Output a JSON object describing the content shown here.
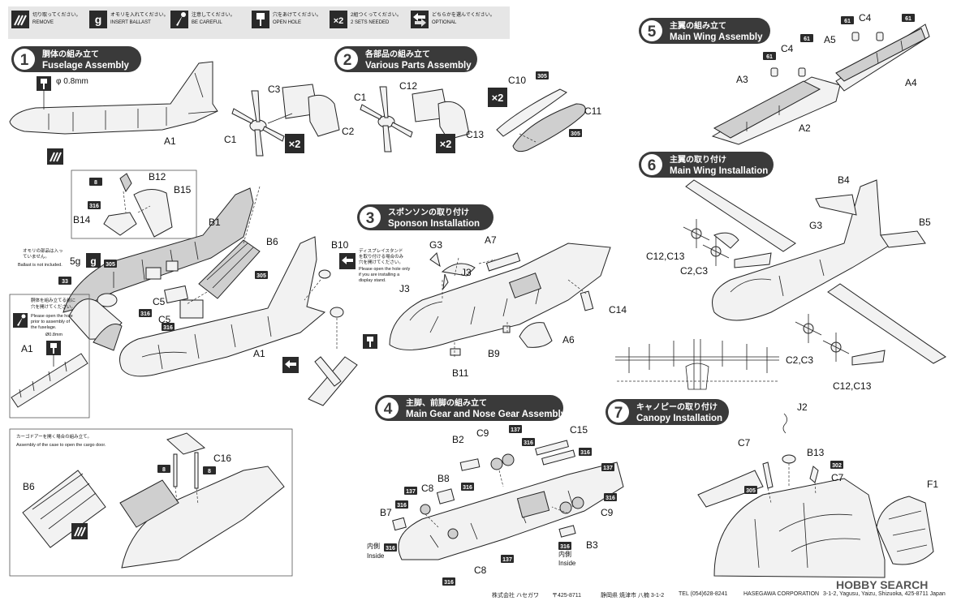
{
  "legend": [
    {
      "jp": "切り取ってください。",
      "en": "REMOVE",
      "icon": "cut-icon"
    },
    {
      "jp": "オモリを入れてください。",
      "en": "INSERT BALLAST",
      "icon": "ballast-icon",
      "glyph": "g"
    },
    {
      "jp": "注意してください。",
      "en": "BE CAREFUL",
      "icon": "caution-icon"
    },
    {
      "jp": "穴をあけてください。",
      "en": "OPEN HOLE",
      "icon": "drill-icon"
    },
    {
      "jp": "2組つくってください。",
      "en": "2 SETS NEEDED",
      "icon": "x2-icon",
      "glyph": "×2"
    },
    {
      "jp": "どちらかを選んでください。",
      "en": "OPTIONAL",
      "icon": "optional-icon"
    }
  ],
  "steps": [
    {
      "num": "1",
      "jp": "胴体の組み立て",
      "en": "Fuselage Assembly"
    },
    {
      "num": "2",
      "jp": "各部品の組み立て",
      "en": "Various Parts Assembly"
    },
    {
      "num": "3",
      "jp": "スポンソンの取り付け",
      "en": "Sponson Installation"
    },
    {
      "num": "4",
      "jp": "主脚、前脚の組み立て",
      "en": "Main Gear and Nose Gear Assembly"
    },
    {
      "num": "5",
      "jp": "主翼の組み立て",
      "en": "Main Wing Assembly"
    },
    {
      "num": "6",
      "jp": "主翼の取り付け",
      "en": "Main Wing Installation"
    },
    {
      "num": "7",
      "jp": "キャノピーの取り付け",
      "en": "Canopy Installation"
    }
  ],
  "x2": "×2",
  "ballast_g": "g",
  "notes": {
    "drill_size": "φ 0.8mm",
    "drill_size_small": "Ø0.8mm",
    "ballast_weight": "5g",
    "ballast_jp_1": "オモリの部品は入っ",
    "ballast_jp_2": "ていません。",
    "ballast_en": "Ballast is not included.",
    "hole_jp_1": "胴体を組み立てる前に",
    "hole_jp_2": "穴を開けてください。",
    "hole_en_1": "Please open the hole",
    "hole_en_2": "prior to assembly of",
    "hole_en_3": "the fuselage.",
    "stand_jp_1": "ディスプレイスタンド",
    "stand_jp_2": "を取り付ける場合のみ",
    "stand_jp_3": "穴を開けてください。",
    "stand_en_1": "Please open the hole only",
    "stand_en_2": "if you are installing a",
    "stand_en_3": "display stand.",
    "cargo_jp": "カーゴドアーを開く場合の組み立て。",
    "cargo_en": "Assembly of the case to open the cargo door.",
    "inside_jp": "内側",
    "inside_en": "Inside"
  },
  "labels": {
    "A1": "A1",
    "A2": "A2",
    "A3": "A3",
    "A4": "A4",
    "A5": "A5",
    "A6": "A6",
    "A7": "A7",
    "B1": "B1",
    "B2": "B2",
    "B3": "B3",
    "B4": "B4",
    "B5": "B5",
    "B6": "B6",
    "B7": "B7",
    "B8": "B8",
    "B9": "B9",
    "B10": "B10",
    "B11": "B11",
    "B12": "B12",
    "B13": "B13",
    "B14": "B14",
    "B15": "B15",
    "C1": "C1",
    "C2": "C2",
    "C3": "C3",
    "C4": "C4",
    "C5": "C5",
    "C7": "C7",
    "C8": "C8",
    "C9": "C9",
    "C10": "C10",
    "C11": "C11",
    "C12": "C12",
    "C13": "C13",
    "C14": "C14",
    "C15": "C15",
    "C16": "C16",
    "C12C13": "C12,C13",
    "C2C3": "C2,C3",
    "F1": "F1",
    "G3": "G3",
    "J2": "J2",
    "J3": "J3"
  },
  "badges": {
    "b8": "8",
    "b33": "33",
    "b61": "61",
    "b137": "137",
    "b302": "302",
    "b305": "305",
    "b316": "316"
  },
  "footer": {
    "company_jp": "株式会社 ハセガワ",
    "postal_jp": "〒425-8711",
    "address_jp": "静岡県 焼津市 八楠 3-1-2",
    "tel": "TEL (054)628-8241",
    "company_en": "HASEGAWA CORPORATION",
    "address_en": "3-1-2, Yagusu, Yaizu, Shizuoka, 425-8711 Japan"
  },
  "watermark": "HOBBY SEARCH",
  "colors": {
    "pill": "#3a3a3a",
    "badge": "#2a2a2a",
    "legend_bg": "#e6e6e6",
    "part_fill": "#f2f2f2"
  }
}
